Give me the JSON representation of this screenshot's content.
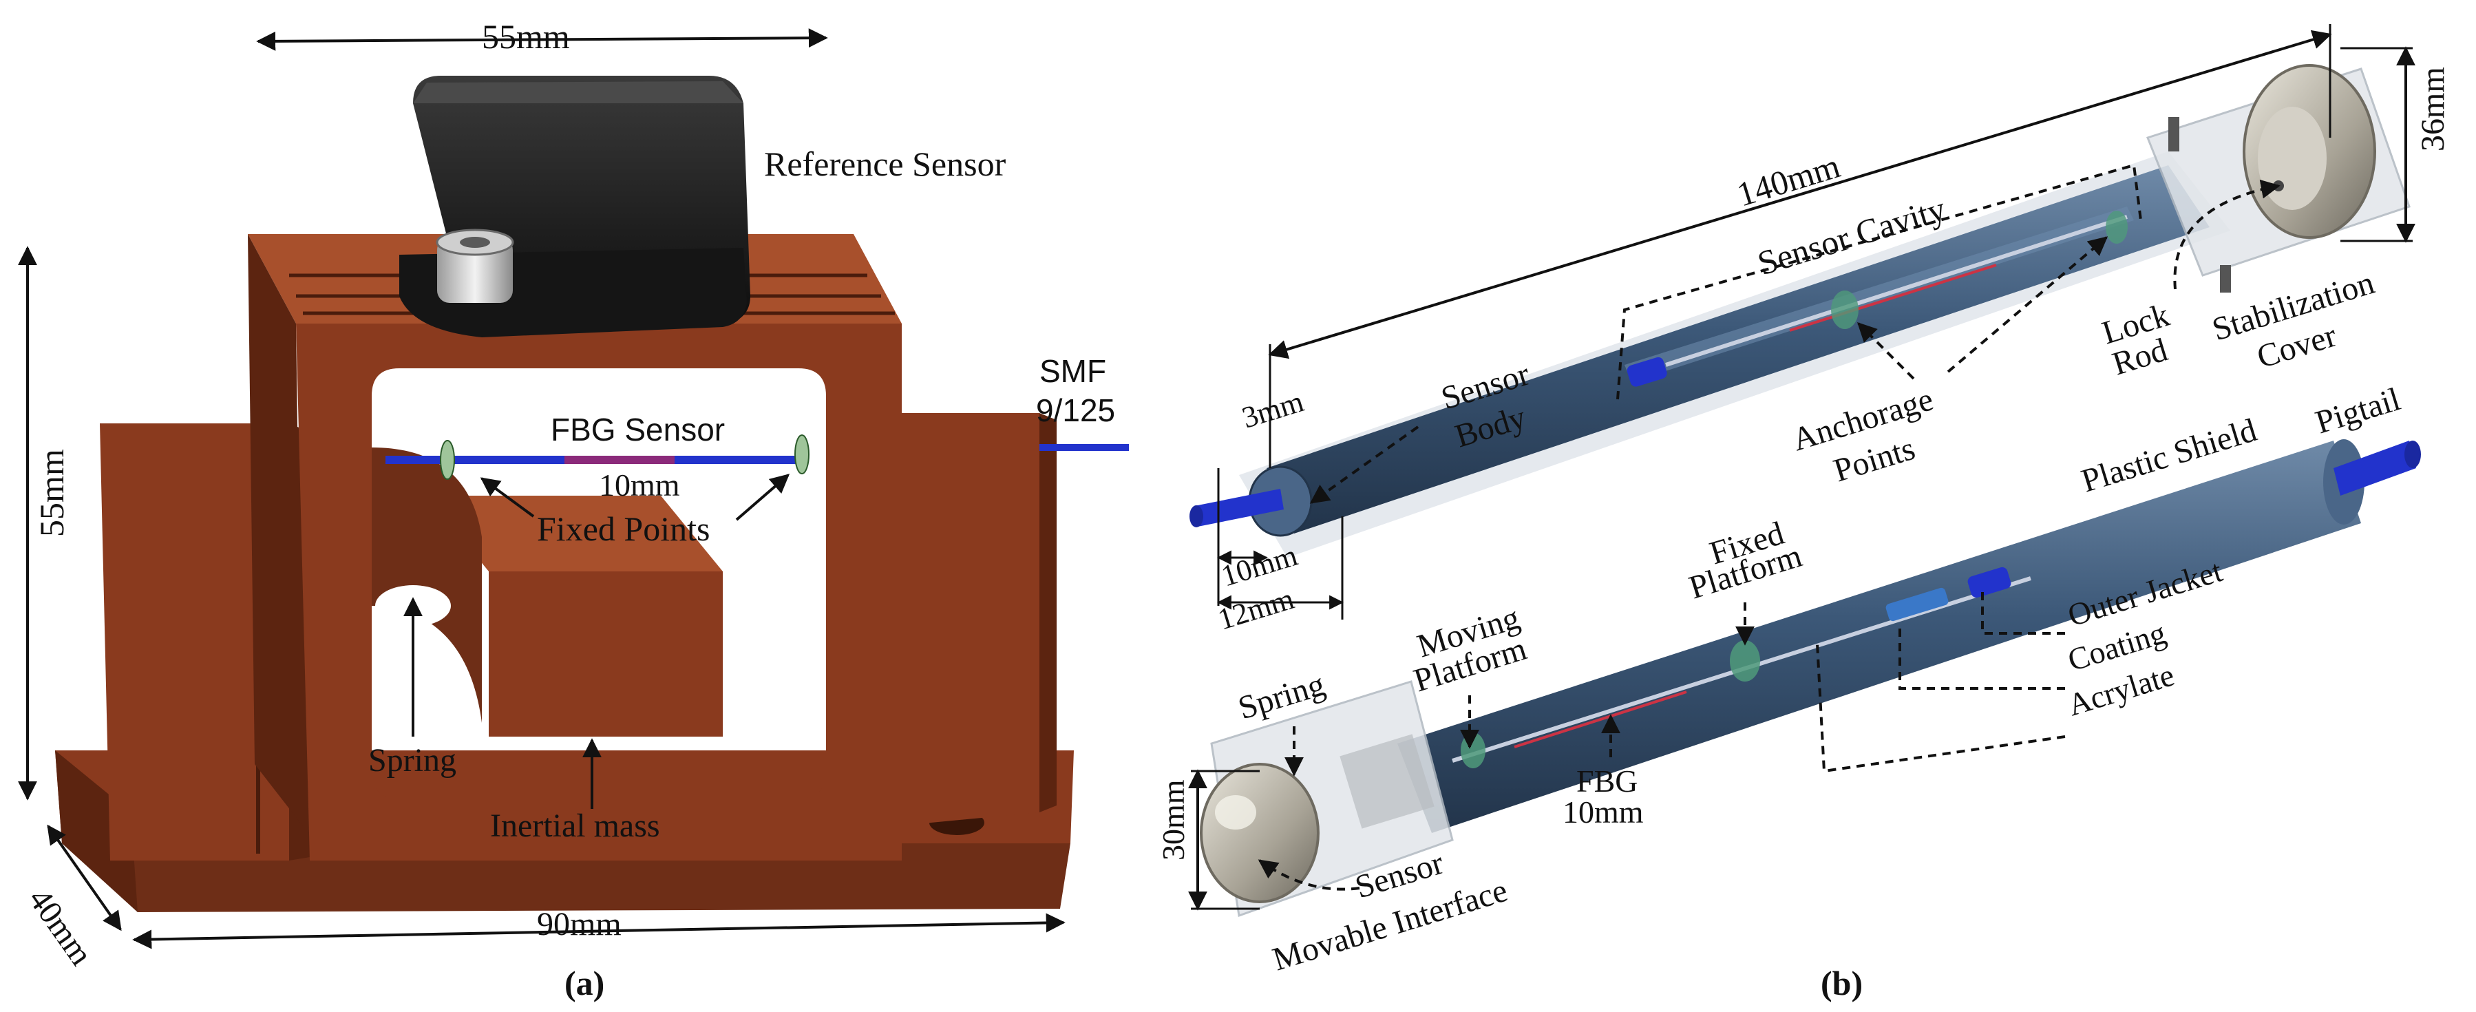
{
  "panel_a": {
    "caption": "(a)",
    "dim_top": "55mm",
    "dim_left": "55mm",
    "dim_depth": "40mm",
    "dim_bottom": "90mm",
    "reference_sensor": "Reference Sensor",
    "fbg_sensor": "FBG Sensor",
    "fbg_length": "10mm",
    "fixed_points": "Fixed Points",
    "smf": "SMF",
    "smf_type": "9/125",
    "spring": "Spring",
    "inertial_mass": "Inertial mass"
  },
  "panel_b": {
    "caption": "(b)",
    "dim_length": "140mm",
    "dim_cover": "36mm",
    "dim_fiber": "3mm",
    "dim_inner": "10mm",
    "dim_outer": "12mm",
    "dim_interface": "30mm",
    "sensor_cavity": "Sensor Cavity",
    "sensor_body_1": "Sensor",
    "sensor_body_2": "Body",
    "anchorage_1": "Anchorage",
    "anchorage_2": "Points",
    "lock_rod_1": "Lock",
    "lock_rod_2": "Rod",
    "stabilization_1": "Stabilization",
    "stabilization_2": "Cover",
    "plastic_shield": "Plastic Shield",
    "pigtail": "Pigtail",
    "fixed_platform_1": "Fixed",
    "fixed_platform_2": "Platform",
    "moving_platform_1": "Moving",
    "moving_platform_2": "Platform",
    "spring": "Spring",
    "outer_jacket": "Outer Jacket",
    "coating": "Coating",
    "acrylate": "Acrylate",
    "fbg_1": "FBG",
    "fbg_2": "10mm",
    "movable_1": "Sensor",
    "movable_2": "Movable Interface"
  },
  "colors": {
    "copper": "#8a3a1e",
    "copper_dark": "#5c2410",
    "copper_light": "#a8502c",
    "sensor_black": "#1a1a1a",
    "tube_blue": "#3c5878",
    "fiber_blue": "#2233cc",
    "glass": "#d8dde2"
  }
}
